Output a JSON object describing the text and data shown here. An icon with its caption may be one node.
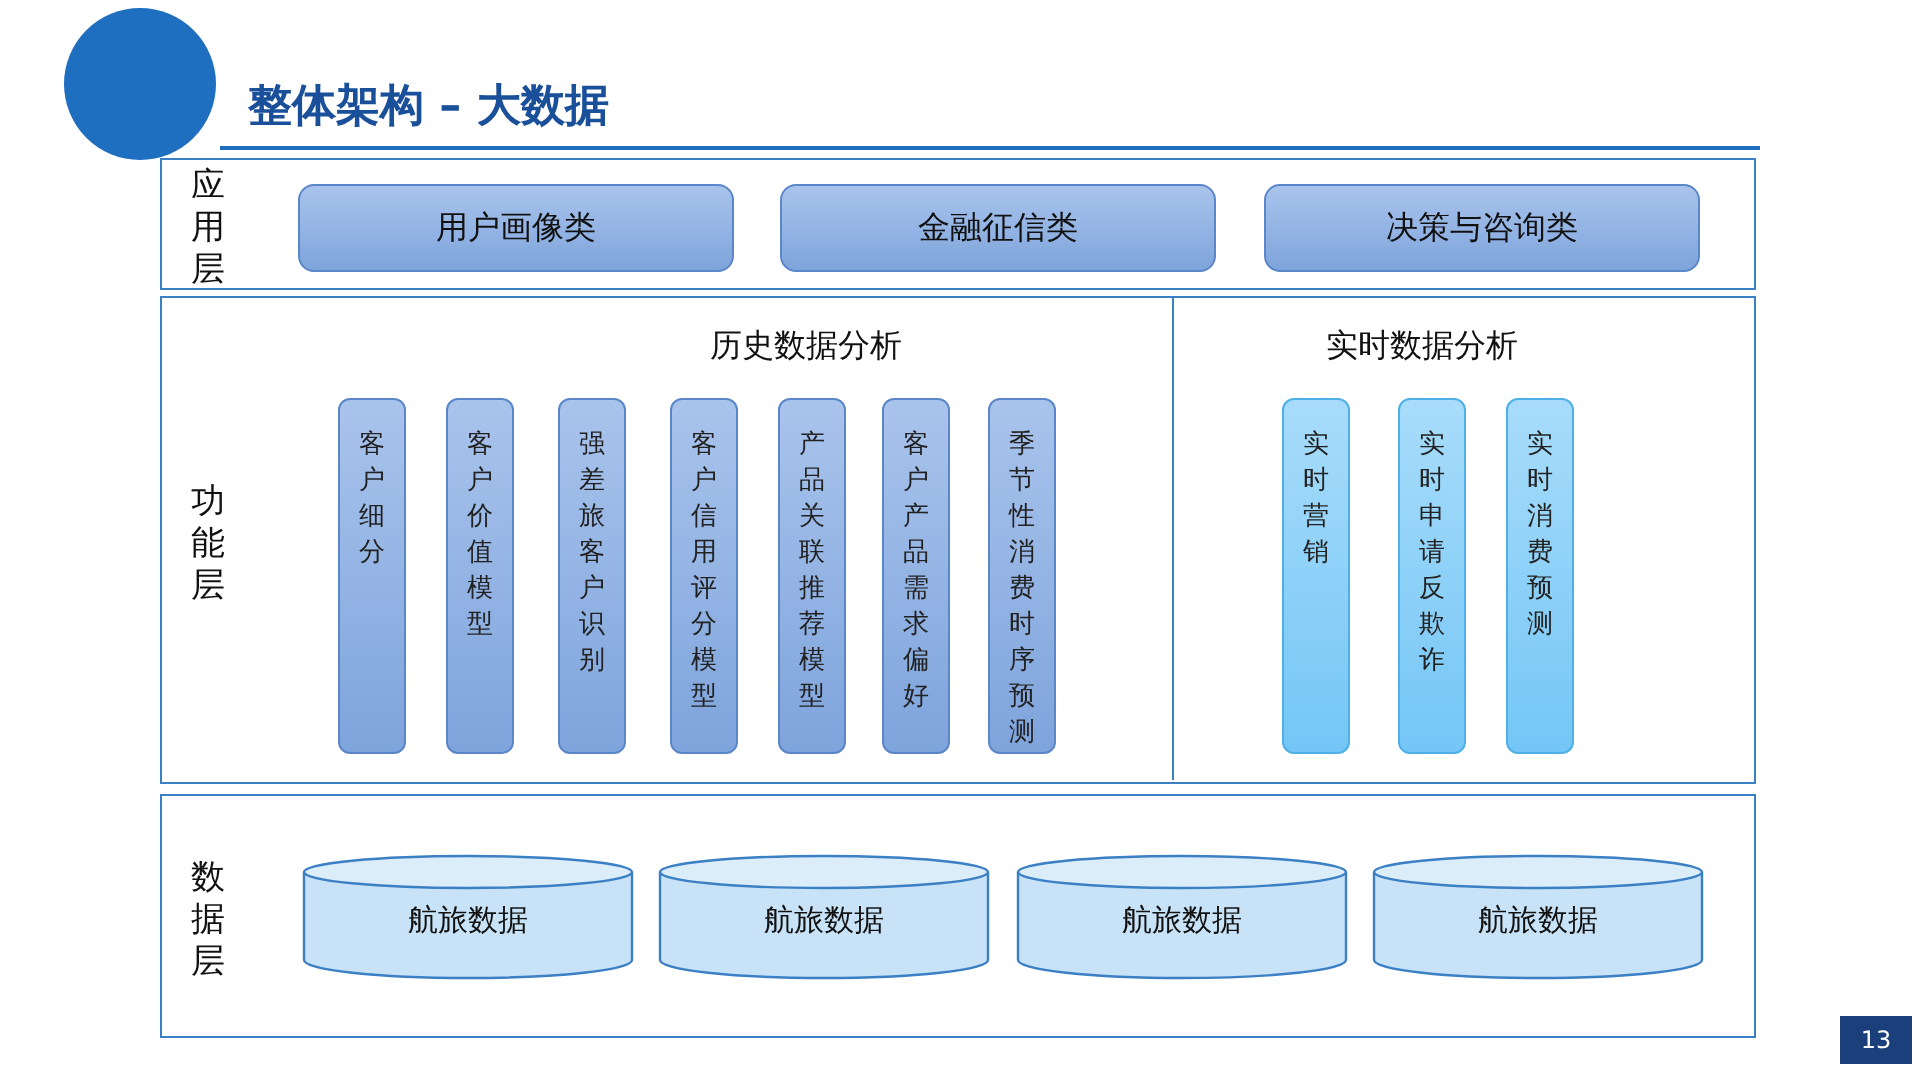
{
  "diagram": {
    "title": "整体架构 – 大数据",
    "nodes": [
      {
        "text": [
          "应用层"
        ]
      },
      {
        "text": [
          "用户画像类"
        ],
        "in": 0
      },
      {
        "text": [
          "金融征信类"
        ],
        "in": 0
      },
      {
        "text": [
          "决策与咨询类"
        ],
        "in": 0
      },
      {
        "text": [
          "功能层"
        ]
      },
      {
        "text": [
          "历史数据分析"
        ],
        "in": 4
      },
      {
        "text": [
          "客户细分"
        ],
        "in": 5
      },
      {
        "text": [
          "客户价值模型"
        ],
        "in": 5
      },
      {
        "text": [
          "强差旅客户识别"
        ],
        "in": 5
      },
      {
        "text": [
          "客户信用评分模型"
        ],
        "in": 5
      },
      {
        "text": [
          "产品关联推荐模型"
        ],
        "in": 5
      },
      {
        "text": [
          "客户产品需求偏好"
        ],
        "in": 5
      },
      {
        "text": [
          "季节性消费时序预测"
        ],
        "in": 5
      },
      {
        "text": [
          "实时数据分析"
        ],
        "in": 4
      },
      {
        "text": [
          "实时营销"
        ],
        "in": 13
      },
      {
        "text": [
          "实时申请反欺诈"
        ],
        "in": 13
      },
      {
        "text": [
          "实时消费预测"
        ],
        "in": 13
      },
      {
        "text": [
          "数据层"
        ]
      },
      {
        "text": [
          "航旅数据"
        ],
        "in": 17
      },
      {
        "text": [
          "航旅数据"
        ],
        "in": 17
      },
      {
        "text": [
          "航旅数据"
        ],
        "in": 17
      },
      {
        "text": [
          "航旅数据"
        ],
        "in": 17
      }
    ],
    "edges": [],
    "labels": [
      "13"
    ]
  }
}
